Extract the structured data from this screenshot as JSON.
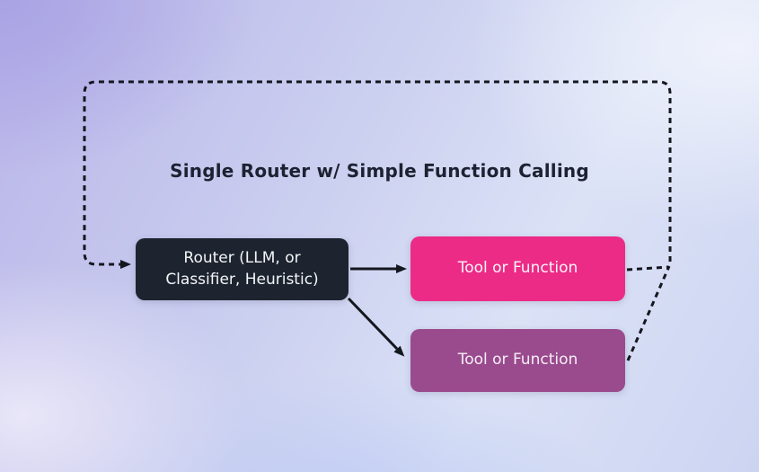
{
  "diagram": {
    "title": "Single Router w/ Simple Function Calling",
    "title_color": "#1c2231",
    "line_color": "#14171e",
    "background_colors": [
      "#bab5e9",
      "#dbe2f6",
      "#ccd4f2",
      "#a8a2e4"
    ],
    "nodes": [
      {
        "id": "router",
        "label": "Router (LLM, or Classifier, Heuristic)",
        "fill": "#1d2430",
        "text_color": "#f4f5f7"
      },
      {
        "id": "tool-top",
        "label": "Tool or Function",
        "fill": "#ec2b86",
        "text_color": "#fdf3f9"
      },
      {
        "id": "tool-bottom",
        "label": "Tool or Function",
        "fill": "#9a4b8e",
        "text_color": "#f7eef5"
      }
    ],
    "edges": [
      {
        "from": "router",
        "to": "tool-top",
        "style": "solid",
        "arrow": true
      },
      {
        "from": "router",
        "to": "tool-bottom",
        "style": "solid",
        "arrow": true
      },
      {
        "from": "tool-top",
        "to": "feedback-loop",
        "style": "dashed",
        "arrow": false
      },
      {
        "from": "tool-bottom",
        "to": "feedback-loop",
        "style": "dashed",
        "arrow": false
      },
      {
        "from": "feedback-loop",
        "to": "router",
        "style": "dashed",
        "arrow": true
      }
    ]
  }
}
